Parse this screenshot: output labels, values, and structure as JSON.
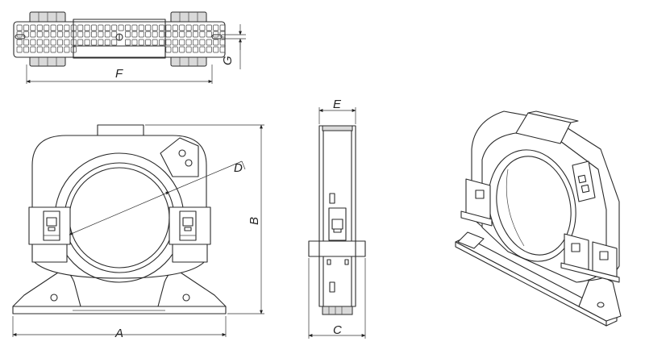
{
  "dimensions": {
    "A": "A",
    "B": "B",
    "C": "C",
    "D": "D",
    "E": "E",
    "F": "F",
    "G": "G"
  }
}
